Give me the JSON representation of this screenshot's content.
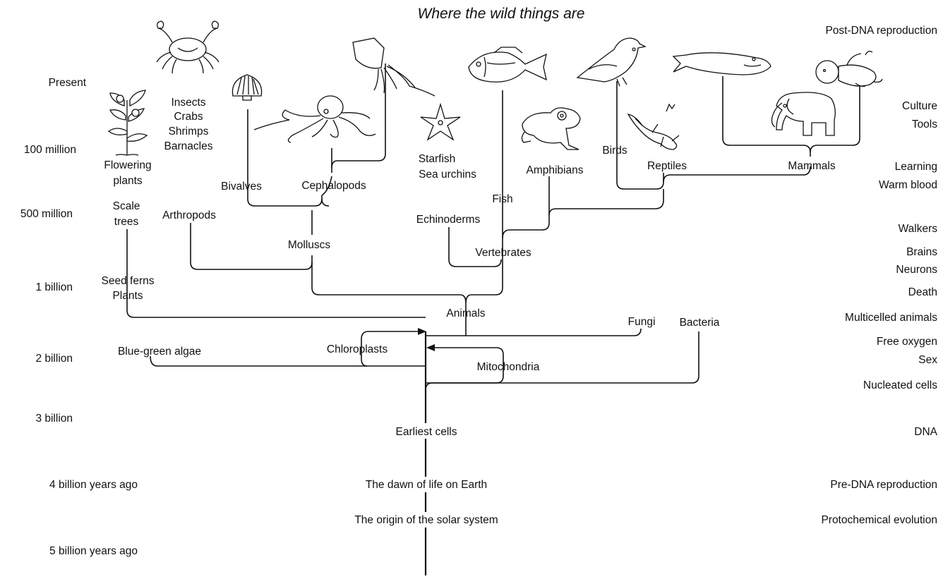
{
  "title": "Where the wild things are",
  "time_labels": [
    "Present",
    "100 million",
    "500 million",
    "1 billion",
    "2 billion",
    "3 billion",
    "4 billion years ago",
    "5 billion years ago"
  ],
  "milestones": [
    "Post-DNA reproduction",
    "Culture",
    "Tools",
    "Learning",
    "Warm blood",
    "Walkers",
    "Brains",
    "Neurons",
    "Death",
    "Multicelled animals",
    "Free oxygen",
    "Sex",
    "Nucleated cells",
    "DNA",
    "Pre-DNA reproduction",
    "Protochemical evolution"
  ],
  "trunk_labels": {
    "earliest": "Earliest cells",
    "dawn": "The dawn of life on Earth",
    "origin": "The origin of the solar system"
  },
  "taxa": {
    "insects": [
      "Insects",
      "Crabs",
      "Shrimps",
      "Barnacles"
    ],
    "flowering": [
      "Flowering",
      "plants"
    ],
    "scale": [
      "Scale",
      "trees"
    ],
    "seed": [
      "Seed ferns",
      "Plants"
    ],
    "arthropods": "Arthropods",
    "bivalves": "Bivalves",
    "cephalopods": "Cephalopods",
    "molluscs": "Molluscs",
    "starfish": [
      "Starfish",
      "Sea urchins"
    ],
    "echinoderms": "Echinoderms",
    "fish": "Fish",
    "amphibians": "Amphibians",
    "birds": "Birds",
    "reptiles": "Reptiles",
    "mammals": "Mammals",
    "vertebrates": "Vertebrates",
    "animals": "Animals",
    "fungi": "Fungi",
    "bacteria": "Bacteria",
    "bluegreen": "Blue-green algae",
    "chloroplasts": "Chloroplasts",
    "mitochondria": "Mitochondria"
  },
  "icons": [
    "flowering-plant-icon",
    "crab-icon",
    "scallop-shell-icon",
    "octopus-icon",
    "squid-icon",
    "starfish-icon",
    "fish-icon",
    "frog-icon",
    "bird-icon",
    "lizard-icon",
    "whale-icon",
    "elephant-icon",
    "baby-icon"
  ]
}
